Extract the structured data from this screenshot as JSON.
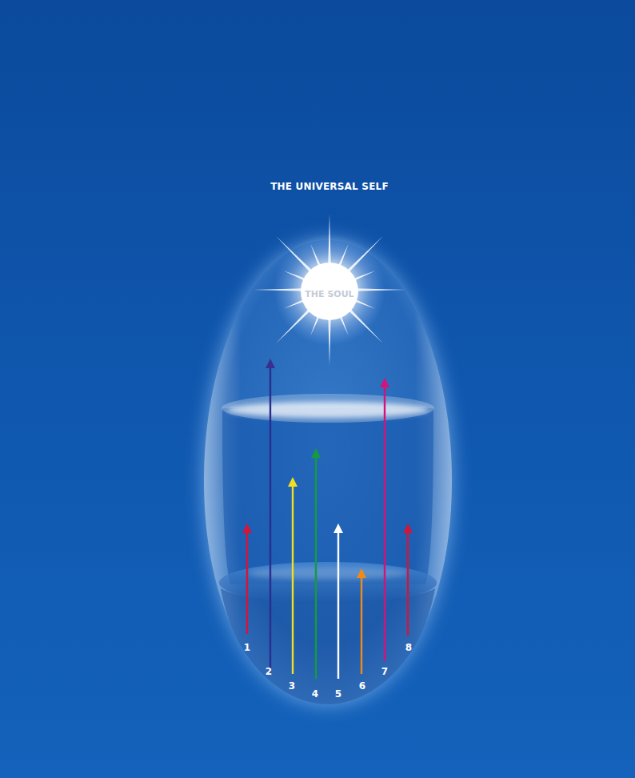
{
  "diagram": {
    "title": "THE UNIVERSAL SELF",
    "labels": [
      "THE SOUL",
      "1",
      "2",
      "3",
      "4",
      "5",
      "6",
      "7",
      "8"
    ]
  }
}
